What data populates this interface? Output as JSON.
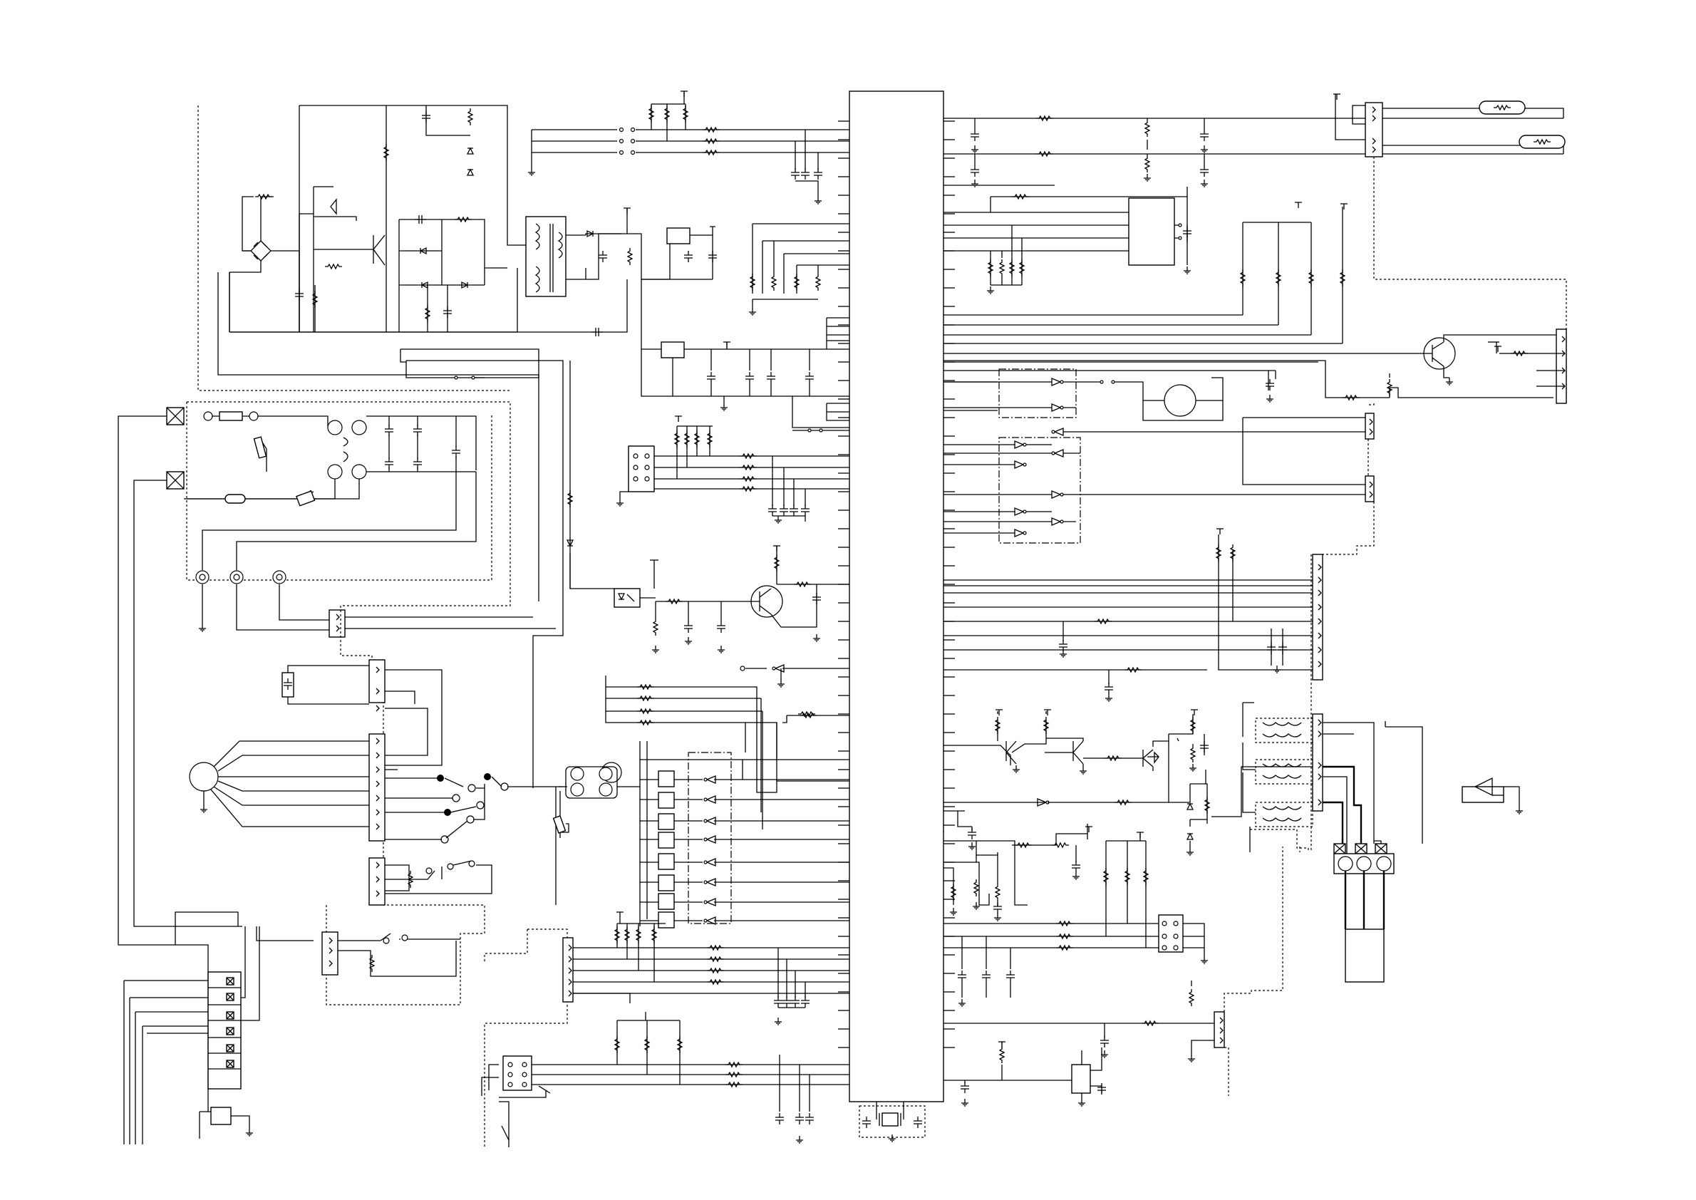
{
  "figure": {
    "kind": "electrical-schematic",
    "labels_visible": false,
    "colors": {
      "line": "#000000",
      "background": "#ffffff"
    }
  },
  "blocks": [
    {
      "name": "mcu-main"
    },
    {
      "name": "power-supply-primary"
    },
    {
      "name": "ac-input-filter"
    },
    {
      "name": "switching-transformer"
    },
    {
      "name": "motor-driver"
    },
    {
      "name": "relay-driver-array"
    },
    {
      "name": "inverter-gate-array"
    },
    {
      "name": "sensor-connector"
    },
    {
      "name": "clock-crystal"
    },
    {
      "name": "thermistor-heaters"
    }
  ]
}
